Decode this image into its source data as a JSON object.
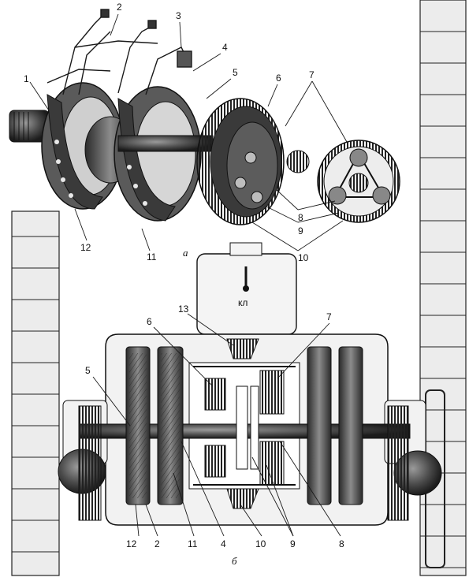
{
  "figure": {
    "part_a_label": "а",
    "part_b_label": "б",
    "gauge_label": "кл"
  },
  "top_callouts": [
    "1",
    "2",
    "3",
    "4",
    "5",
    "6",
    "7",
    "8",
    "9",
    "10",
    "11",
    "12"
  ],
  "bottom_callouts": [
    "13",
    "6",
    "7",
    "5",
    "12",
    "2",
    "11",
    "4",
    "10",
    "9",
    "8"
  ]
}
